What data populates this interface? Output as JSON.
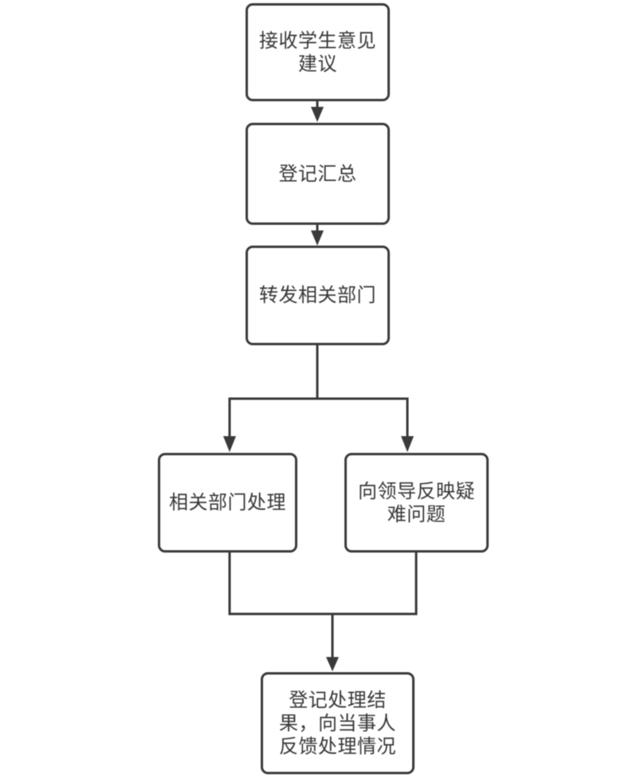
{
  "diagram": {
    "type": "flowchart",
    "direction": "top-down",
    "colors": {
      "line": "#3a3a3a",
      "box_border": "#3a3a3a",
      "text": "#383838",
      "background": "#ffffff"
    },
    "nodes": [
      {
        "id": "receive-feedback",
        "label": "接收学生意见建议",
        "lines": [
          "接收学生意见",
          "建议"
        ]
      },
      {
        "id": "register-summarize",
        "label": "登记汇总",
        "lines": [
          "登记汇总"
        ]
      },
      {
        "id": "forward-departments",
        "label": "转发相关部门",
        "lines": [
          "转发相关部门"
        ]
      },
      {
        "id": "department-handle",
        "label": "相关部门处理",
        "lines": [
          "相关部门处理"
        ]
      },
      {
        "id": "report-to-leaders",
        "label": "向领导反映疑难问题",
        "lines": [
          "向领导反映疑",
          "难问题"
        ]
      },
      {
        "id": "record-result-feedback",
        "label": "登记处理结果，向当事人反馈处理情况",
        "lines": [
          "登记处理结",
          "果，向当事人",
          "反馈处理情况"
        ]
      }
    ],
    "edges": [
      {
        "from": "接收学生意见建议",
        "to": "登记汇总"
      },
      {
        "from": "登记汇总",
        "to": "转发相关部门"
      },
      {
        "from": "转发相关部门",
        "to": "相关部门处理"
      },
      {
        "from": "转发相关部门",
        "to": "向领导反映疑难问题"
      },
      {
        "from": "相关部门处理",
        "to": "登记处理结果，向当事人反馈处理情况"
      },
      {
        "from": "向领导反映疑难问题",
        "to": "登记处理结果，向当事人反馈处理情况"
      }
    ]
  }
}
